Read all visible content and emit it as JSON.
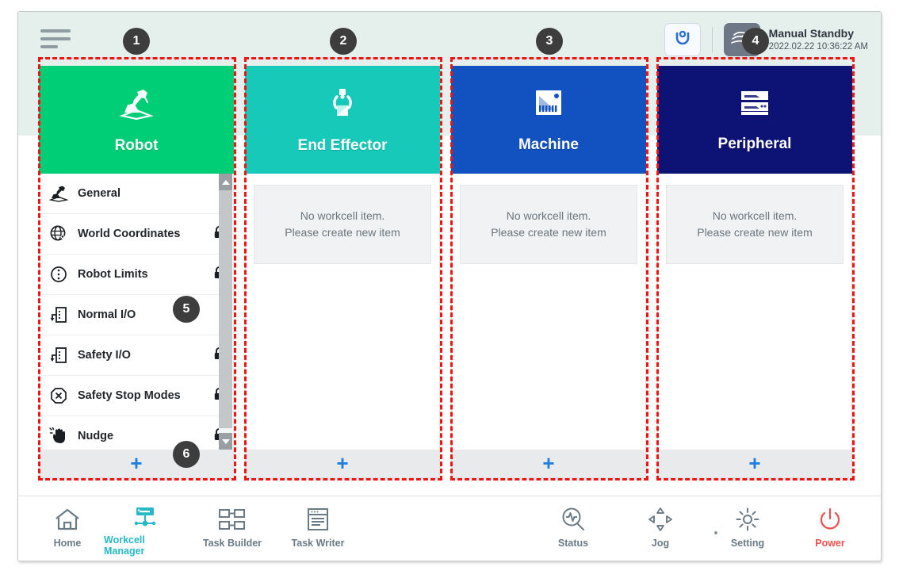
{
  "header": {
    "menu_icon": "hamburger-menu-icon",
    "mode_icon": "cobot-arc-icon",
    "hand_icon": "manual-hand-icon",
    "status_title": "Manual Standby",
    "status_time": "2022.02.22 10:36:22 AM"
  },
  "columns": [
    {
      "key": "robot",
      "title": "Robot",
      "icon": "robot-arm-icon",
      "color": "#00ce76",
      "add_label": "+",
      "has_list": true,
      "items": [
        {
          "label": "General",
          "icon": "robot-arm-small-icon",
          "locked": false
        },
        {
          "label": "World Coordinates",
          "icon": "globe-coordinates-icon",
          "locked": true
        },
        {
          "label": "Robot Limits",
          "icon": "limits-circle-icon",
          "locked": true
        },
        {
          "label": "Normal I/O",
          "icon": "io-port-icon",
          "locked": false
        },
        {
          "label": "Safety I/O",
          "icon": "io-port-icon",
          "locked": true
        },
        {
          "label": "Safety Stop Modes",
          "icon": "stop-octagon-icon",
          "locked": true
        },
        {
          "label": "Nudge",
          "icon": "hand-nudge-icon",
          "locked": true
        }
      ]
    },
    {
      "key": "end-effector",
      "title": "End Effector",
      "icon": "gripper-icon",
      "color": "#17c9b8",
      "add_label": "+",
      "has_list": false,
      "empty_line1": "No workcell item.",
      "empty_line2": "Please create new item"
    },
    {
      "key": "machine",
      "title": "Machine",
      "icon": "machine-icon",
      "color": "#1252c0",
      "add_label": "+",
      "has_list": false,
      "empty_line1": "No workcell item.",
      "empty_line2": "Please create new item"
    },
    {
      "key": "peripheral",
      "title": "Peripheral",
      "icon": "peripheral-rack-icon",
      "color": "#0d1275",
      "add_label": "+",
      "has_list": false,
      "empty_line1": "No workcell item.",
      "empty_line2": "Please create new item"
    }
  ],
  "nav": {
    "left": [
      {
        "label": "Home",
        "icon": "home-icon",
        "active": false
      },
      {
        "label": "Workcell Manager",
        "icon": "workcell-icon",
        "active": true
      },
      {
        "label": "Task Builder",
        "icon": "task-builder-icon",
        "active": false
      },
      {
        "label": "Task Writer",
        "icon": "task-writer-icon",
        "active": false
      }
    ],
    "right": [
      {
        "label": "Status",
        "icon": "status-scope-icon",
        "active": false
      },
      {
        "label": "Jog",
        "icon": "jog-dpad-icon",
        "active": false
      },
      {
        "label": "Setting",
        "icon": "gear-icon",
        "active": false
      },
      {
        "label": "Power",
        "icon": "power-icon",
        "active": false
      }
    ]
  },
  "annotations": [
    {
      "n": "1"
    },
    {
      "n": "2"
    },
    {
      "n": "3"
    },
    {
      "n": "4"
    },
    {
      "n": "5"
    },
    {
      "n": "6"
    }
  ],
  "colors": {
    "accent_add": "#1f7fe0",
    "annotation": "#f01515",
    "nav_active": "#27b8c6",
    "power": "#ef4f4f",
    "header_bg": "#e5efec"
  }
}
